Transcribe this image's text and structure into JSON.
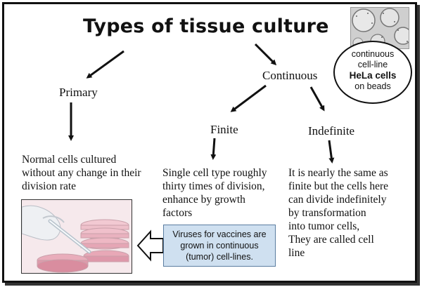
{
  "title": "Types of tissue culture",
  "nodes": {
    "primary": "Primary",
    "continuous": "Continuous",
    "finite": "Finite",
    "indefinite": "Indefinite"
  },
  "descriptions": {
    "primary": [
      "Normal cells cultured",
      "without any change in their",
      "division rate"
    ],
    "finite": [
      "Single cell type roughly",
      "thirty times of division,",
      "enhance by growth",
      "factors"
    ],
    "indefinite": [
      "It is nearly the same as",
      "finite but the cells here",
      "can divide indefinitely",
      "by transformation",
      "into tumor cells,",
      "They are called cell",
      "line"
    ]
  },
  "hela_callout": {
    "line1": "continuous",
    "line2": "cell-line",
    "line3": "HeLa cells",
    "line4": "on beads"
  },
  "virus_callout": {
    "line1": "Viruses for vaccines are",
    "line2": "grown in continuous",
    "line3": "(tumor) cell-lines."
  },
  "colors": {
    "callout_fill": "#cfe0f0",
    "callout_border": "#5a7da0",
    "text": "#111111"
  }
}
